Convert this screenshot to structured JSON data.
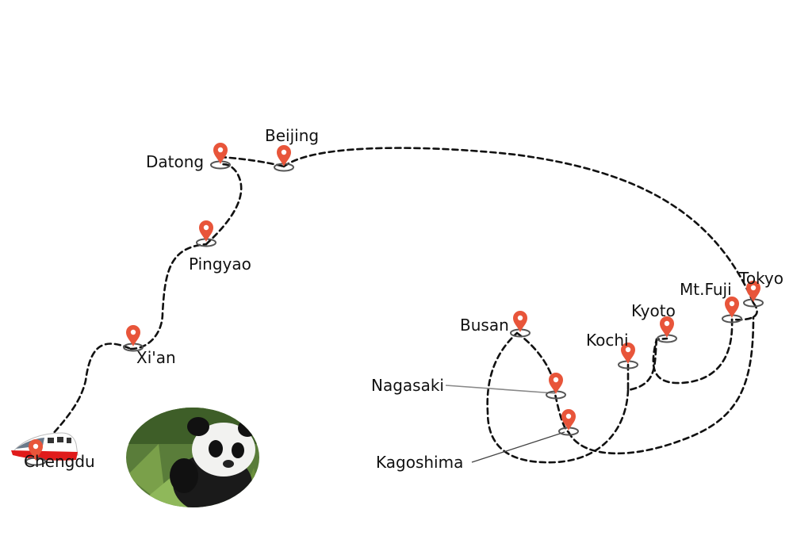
{
  "map": {
    "cities": {
      "chengdu": "Chengdu",
      "xian": "Xi'an",
      "pingyao": "Pingyao",
      "datong": "Datong",
      "beijing": "Beijing",
      "tokyo": "Tokyo",
      "mtfuji": "Mt.Fuji",
      "kyoto": "Kyoto",
      "kochi": "Kochi",
      "busan": "Busan",
      "nagasaki": "Nagasaki",
      "kagoshima": "Kagoshima"
    },
    "icons": {
      "pin": "map-pin-icon",
      "train": "train-icon",
      "panda": "panda-photo"
    },
    "colors": {
      "pin": "#e8553a",
      "route": "#111111",
      "train_red": "#e01b1b"
    }
  }
}
